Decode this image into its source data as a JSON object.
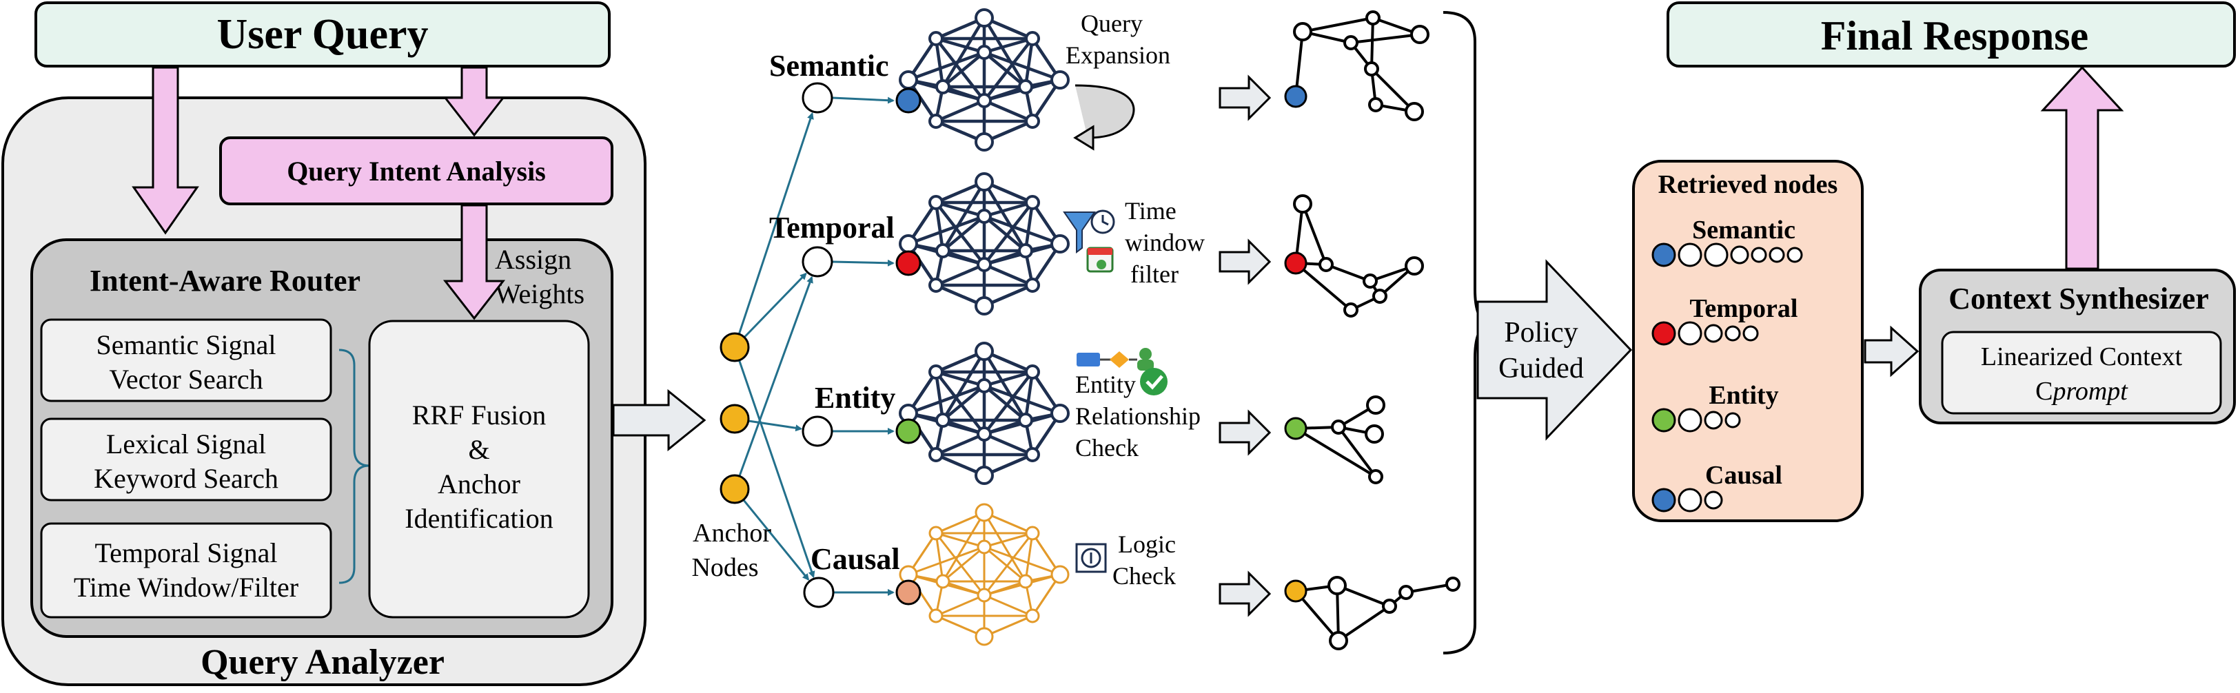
{
  "user_query": "User Query",
  "final_response": "Final Response",
  "query_analyzer": {
    "title": "Query Analyzer",
    "intent_analysis": "Query Intent Analysis",
    "assign_weights": [
      "Assign",
      "Weights"
    ],
    "router_title": "Intent-Aware Router",
    "signals": [
      [
        "Semantic Signal",
        "Vector Search"
      ],
      [
        "Lexical Signal",
        "Keyword Search"
      ],
      [
        "Temporal Signal",
        "Time Window/Filter"
      ]
    ],
    "fusion": [
      "RRF Fusion",
      "&",
      "Anchor",
      "Identification"
    ]
  },
  "anchor_nodes": [
    "Anchor",
    "Nodes"
  ],
  "branches": [
    {
      "label": "Semantic",
      "color": "#3a78c2",
      "annotation": [
        "Query",
        "Expansion"
      ]
    },
    {
      "label": "Temporal",
      "color": "#e3131b",
      "annotation": [
        "Time",
        "window",
        "filter"
      ]
    },
    {
      "label": "Entity",
      "color": "#77c043",
      "annotation": [
        "Entity",
        "Relationship",
        "Check"
      ]
    },
    {
      "label": "Causal",
      "color": "#ea9e7b",
      "annotation": [
        "Logic",
        "Check"
      ]
    }
  ],
  "policy": [
    "Policy",
    "Guided"
  ],
  "retrieved": {
    "title": "Retrieved nodes",
    "groups": [
      "Semantic",
      "Temporal",
      "Entity",
      "Causal"
    ]
  },
  "synthesizer": {
    "title": "Context Synthesizer",
    "context_line1": "Linearized Context",
    "context_c": "C",
    "context_prompt": "prompt"
  },
  "colors": {
    "green_box": "#e6f4ee",
    "pink": "#f3c3ec",
    "light_gray": "#ececec",
    "mid_gray": "#c8c8c8",
    "peach": "#fbdcca",
    "network": "#1e2f4f",
    "causal_network": "#e39a2a",
    "anchor": "#f2b21c",
    "teal_arrow": "#23708c"
  }
}
